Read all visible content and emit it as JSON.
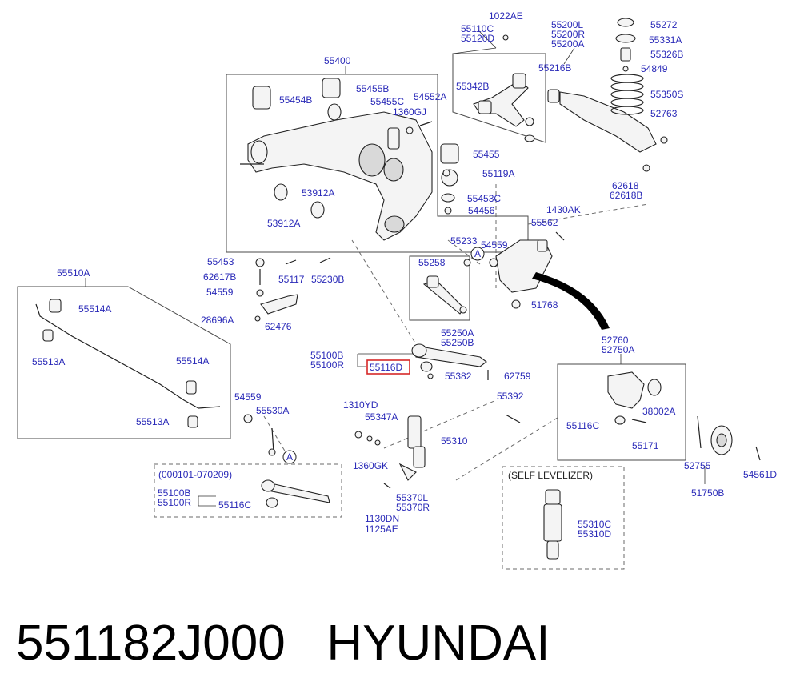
{
  "brand": {
    "title": "551182J000   HYUNDAI"
  },
  "colors": {
    "label": "#2a2ab8",
    "highlight_border": "#d62828",
    "line": "#333333"
  },
  "labels": {
    "l1022AE": "1022AE",
    "l55110C": "55110C",
    "l55120D": "55120D",
    "l55200L": "55200L",
    "l55200R": "55200R",
    "l55200A": "55200A",
    "l55272": "55272",
    "l55331A": "55331A",
    "l55326B": "55326B",
    "l54849": "54849",
    "l55350S": "55350S",
    "l55400": "55400",
    "l55455B": "55455B",
    "l55454B": "55454B",
    "l55455C": "55455C",
    "l54552A": "54552A",
    "l1360GJ": "1360GJ",
    "l55342B": "55342B",
    "l55216B": "55216B",
    "l52763": "52763",
    "l55455": "55455",
    "l55119A": "55119A",
    "l53912A_1": "53912A",
    "l55453C": "55453C",
    "l53912A_2": "53912A",
    "l54456": "54456",
    "l62618": "62618",
    "l62618B": "62618B",
    "l1430AK": "1430AK",
    "l55562": "55562",
    "l55233": "55233",
    "l54559_1": "54559",
    "l55258": "55258",
    "lA_1": "A",
    "l55453": "55453",
    "l62617B": "62617B",
    "l55117": "55117",
    "l55230B": "55230B",
    "l55510A": "55510A",
    "l55514A_1": "55514A",
    "l54559_2": "54559",
    "l62476": "62476",
    "l28696A": "28696A",
    "l51768": "51768",
    "l55250A": "55250A",
    "l55250B": "55250B",
    "l55513A_1": "55513A",
    "l55100B": "55100B",
    "l55100R": "55100R",
    "l55116D": "55116D",
    "l55382": "55382",
    "l62759": "62759",
    "l52760": "52760",
    "l52750A": "52750A",
    "l55514A_2": "55514A",
    "l54559_3": "54559",
    "l55530A": "55530A",
    "l1310YD": "1310YD",
    "l55347A": "55347A",
    "l55392": "55392",
    "l55513A_2": "55513A",
    "l55310": "55310",
    "l55116C_1": "55116C",
    "l38002A": "38002A",
    "l55171": "55171",
    "lA_2": "A",
    "l1360GK": "1360GK",
    "l000101": "(000101-070209)",
    "l55100B_2": "55100B",
    "l55100R_2": "55100R",
    "l55116C_2": "55116C",
    "l55370L": "55370L",
    "l55370R": "55370R",
    "l1130DN": "1130DN",
    "l1125AE": "1125AE",
    "lSelfLev": "(SELF LEVELIZER)",
    "l55310C": "55310C",
    "l55310D": "55310D",
    "l52755": "52755",
    "l51750B": "51750B",
    "l54561D": "54561D"
  }
}
